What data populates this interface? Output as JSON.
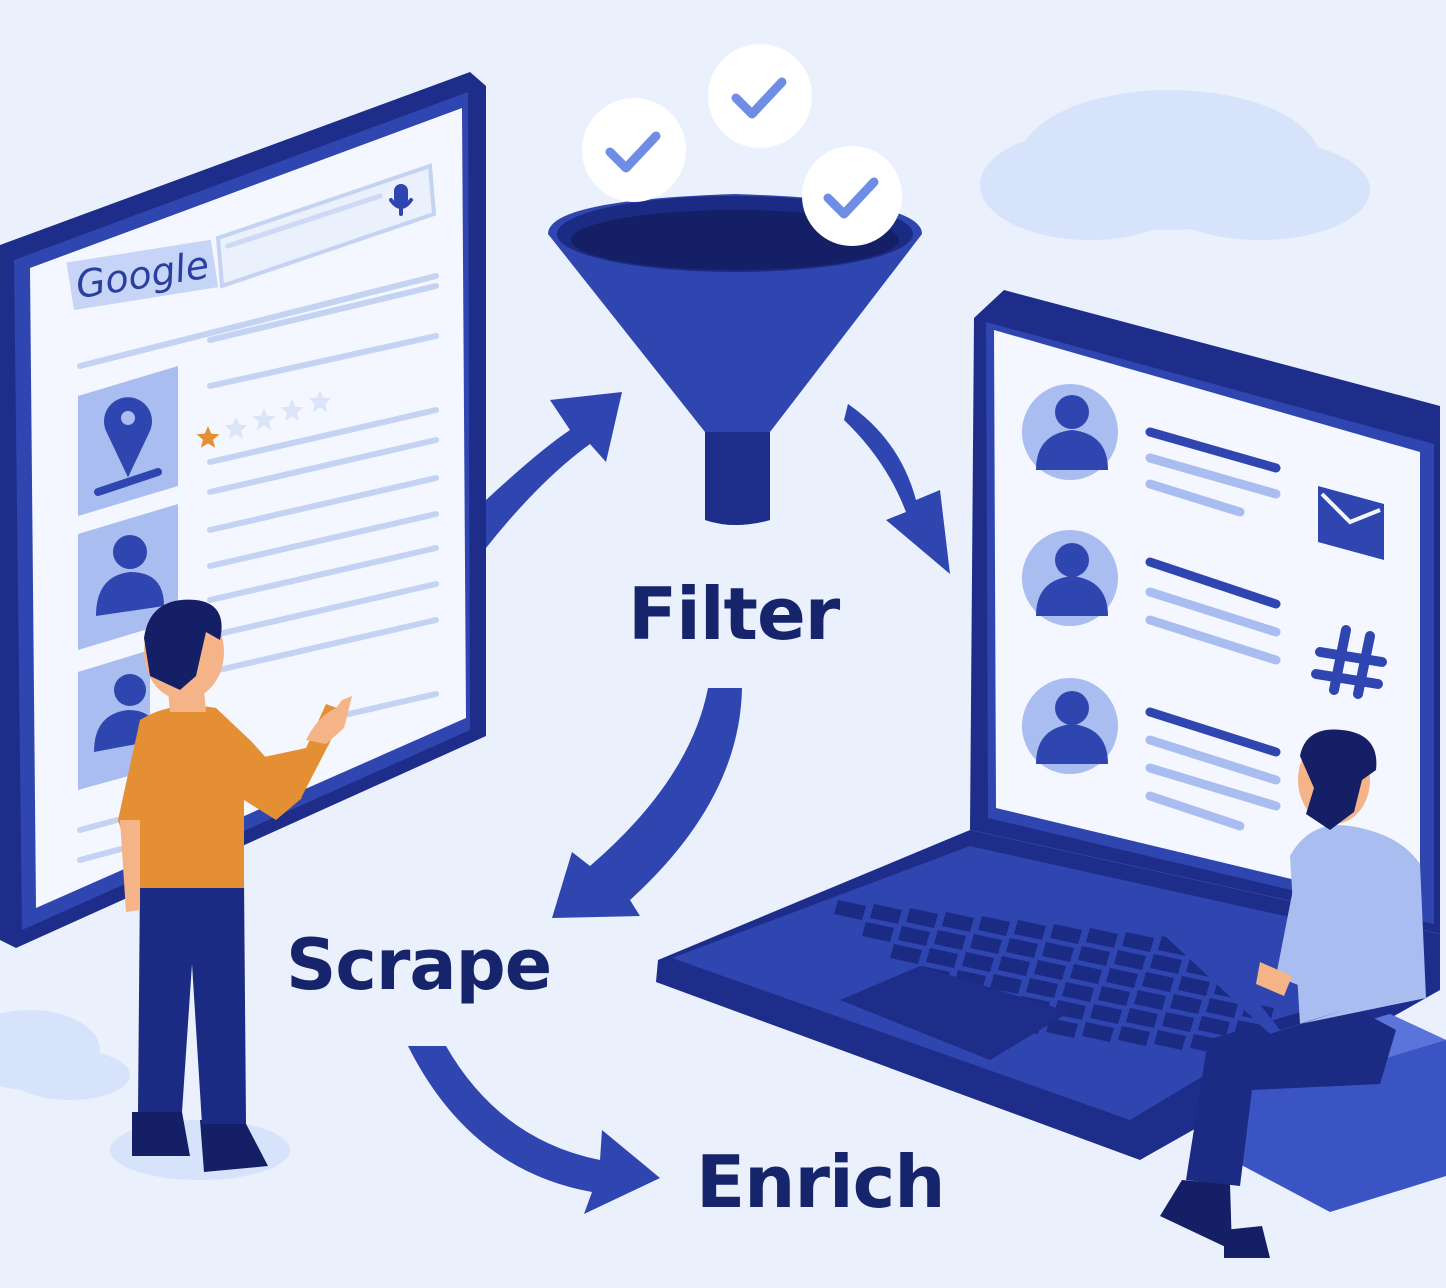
{
  "search": {
    "brand": "Google"
  },
  "rating": {
    "stars": 5,
    "filled": 1
  },
  "steps": {
    "filter": "Filter",
    "scrape": "Scrape",
    "enrich": "Enrich"
  },
  "colors": {
    "background": "#eaf0fc",
    "navy": "#1b2a82",
    "blue": "#2f45b0",
    "light_blue": "#a9bdf0",
    "orange": "#e58f34",
    "label": "#16256b"
  },
  "icons": [
    "microphone-icon",
    "map-pin-icon",
    "user-icon",
    "star-icon",
    "check-icon",
    "funnel-icon",
    "envelope-icon",
    "hash-icon",
    "arrow-icon"
  ]
}
